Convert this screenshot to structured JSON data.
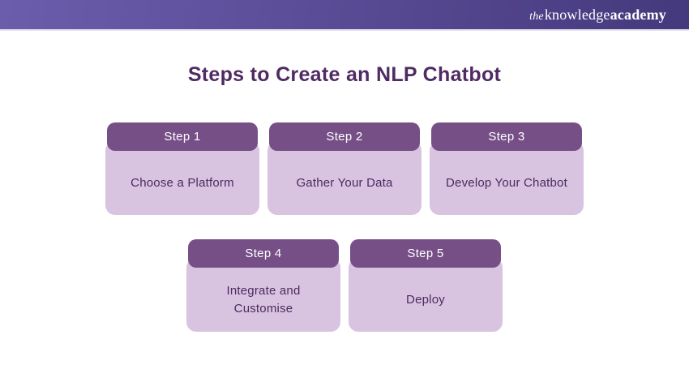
{
  "logo": {
    "the": "the",
    "knowledge": "knowledge",
    "academy": "academy"
  },
  "title": "Steps to Create an NLP Chatbot",
  "steps": [
    {
      "label": "Step 1",
      "text": "Choose a Platform"
    },
    {
      "label": "Step 2",
      "text": "Gather Your Data"
    },
    {
      "label": "Step 3",
      "text": "Develop Your Chatbot"
    },
    {
      "label": "Step 4",
      "text": "Integrate and\nCustomise"
    },
    {
      "label": "Step 5",
      "text": "Deploy"
    }
  ],
  "colors": {
    "banner_start": "#6c5dac",
    "banner_end": "#45397d",
    "step_header": "#764f87",
    "step_body": "#d8c4e1",
    "step_text": "#4b2a5e",
    "title_text": "#4f2a63",
    "logo_text": "#ffffff"
  }
}
